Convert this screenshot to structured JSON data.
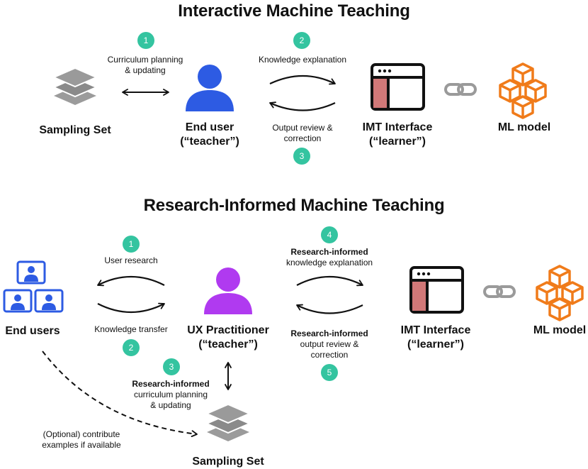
{
  "imt": {
    "title": "Interactive Machine Teaching",
    "sampling_set": "Sampling Set",
    "teacher_line1": "End user",
    "teacher_line2": "(“teacher”)",
    "interface_line1": "IMT Interface",
    "interface_line2": "(“learner”)",
    "model": "ML model",
    "steps": [
      {
        "num": "1",
        "line1": "Curriculum planning",
        "line2": "& updating"
      },
      {
        "num": "2",
        "line1": "Knowledge explanation"
      },
      {
        "num": "3",
        "line1": "Output review &",
        "line2": "correction"
      }
    ]
  },
  "rimt": {
    "title": "Research-Informed Machine Teaching",
    "end_users": "End users",
    "teacher_line1": "UX Practitioner",
    "teacher_line2": "(“teacher”)",
    "interface_line1": "IMT Interface",
    "interface_line2": "(“learner”)",
    "model": "ML model",
    "sampling_set": "Sampling Set",
    "optional_line1": "(Optional) contribute",
    "optional_line2": "examples if available",
    "steps": [
      {
        "num": "1",
        "line1": "User research"
      },
      {
        "num": "2",
        "line1": "Knowledge transfer"
      },
      {
        "num": "3",
        "bold": "Research-informed",
        "line1": "curriculum planning",
        "line2": "& updating"
      },
      {
        "num": "4",
        "bold": "Research-informed",
        "line1": "knowledge explanation"
      },
      {
        "num": "5",
        "bold": "Research-informed",
        "line1": "output review &",
        "line2": "correction"
      }
    ]
  },
  "colors": {
    "teal": "#34c4a0",
    "blue_user": "#2d5be3",
    "purple_user": "#b03af0",
    "orange_model": "#f07b1a",
    "gray_stack": "#8a8a8a",
    "window_red": "#d17878"
  },
  "icons": [
    "layers-icon",
    "user-icon",
    "window-icon",
    "link-icon",
    "cubes-icon",
    "users-group-icon"
  ]
}
